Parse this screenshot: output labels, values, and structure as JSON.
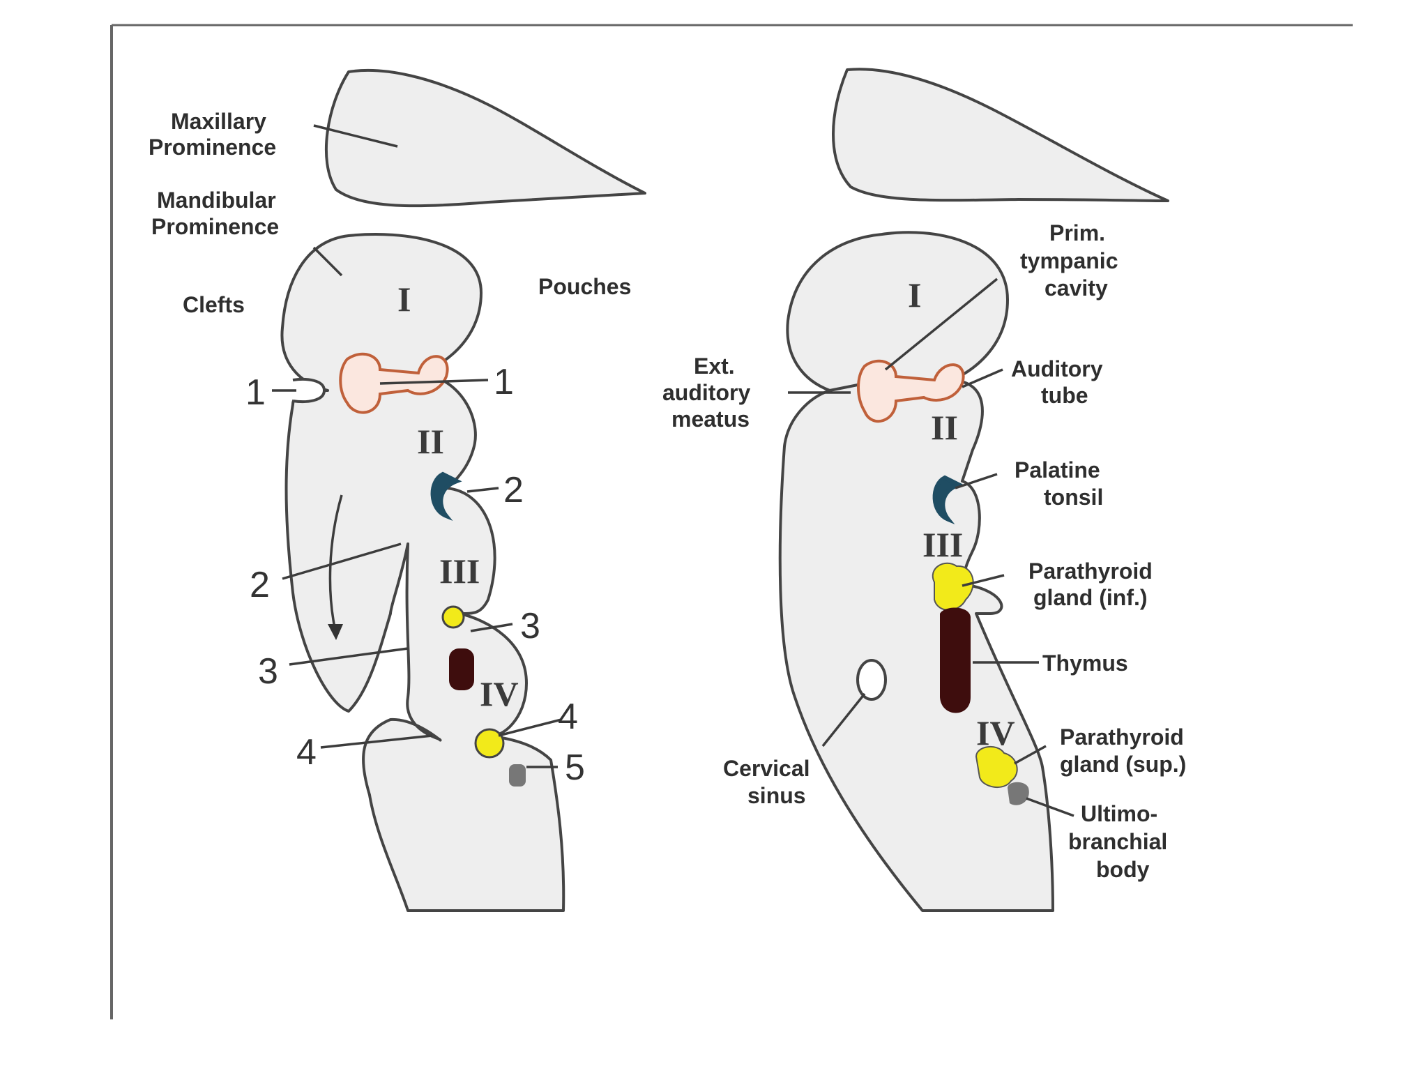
{
  "left_panel": {
    "labels": {
      "maxillary": [
        "Maxillary",
        "Prominence"
      ],
      "mandibular": [
        "Mandibular",
        "Prominence"
      ],
      "clefts": "Clefts",
      "pouches": "Pouches"
    },
    "arches": [
      "I",
      "II",
      "III",
      "IV"
    ],
    "pouch_numbers": [
      "1",
      "2",
      "3",
      "4",
      "5"
    ],
    "cleft_numbers": [
      "1",
      "2",
      "3",
      "4"
    ]
  },
  "right_panel": {
    "arches": [
      "I",
      "II",
      "III",
      "IV"
    ],
    "labels": {
      "tympanic": [
        "Prim.",
        "tympanic",
        "cavity"
      ],
      "meatus": [
        "Ext.",
        "auditory",
        "meatus"
      ],
      "auditory_tube": [
        "Auditory",
        "tube"
      ],
      "palatine": [
        "Palatine",
        "tonsil"
      ],
      "parathyroid_inf": [
        "Parathyroid",
        "gland (inf.)"
      ],
      "thymus": "Thymus",
      "parathyroid_sup": [
        "Parathyroid",
        "gland (sup.)"
      ],
      "cervical_sinus": [
        "Cervical",
        "sinus"
      ],
      "ultimobranchial": [
        "Ultimo-",
        "branchial",
        "body"
      ]
    }
  },
  "colors": {
    "tissue": "#eeeeee",
    "outline": "#444444",
    "first_pouch": "#c0603a",
    "tonsil": "#1f4d63",
    "parathyroid": "#f2ea1a",
    "thymus": "#3e0d0d",
    "ultimobranchial": "#777777"
  }
}
